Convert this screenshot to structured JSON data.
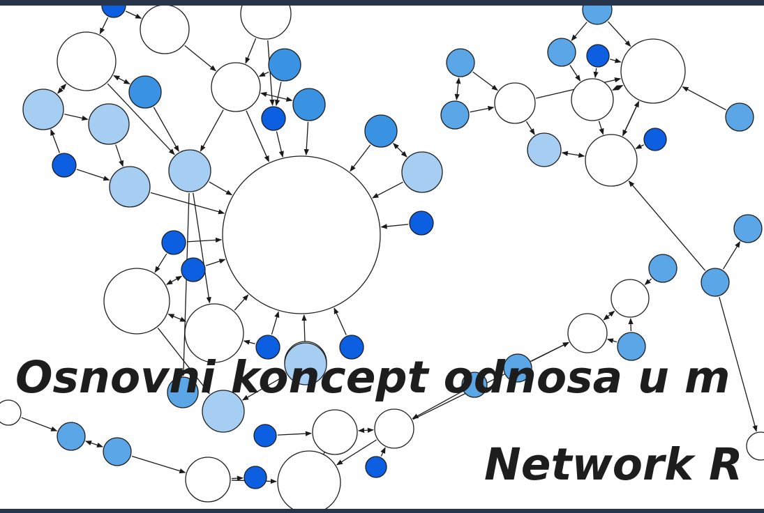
{
  "slide": {
    "title_line_1": "Osnovni koncept odnosa u m",
    "title_line_2": "Network R"
  },
  "colors": {
    "background": "#ffffff",
    "frame_bar": "#26354b",
    "node_white": "#ffffff",
    "node_light_blue": "#a6cdf2",
    "node_mid_blue": "#5ba6e6",
    "node_bright_blue": "#3a93e2",
    "node_dark_blue": "#0b5fe0",
    "edge": "#1a1a1a",
    "title_text": "#1d1d1d"
  },
  "graph": {
    "description_icon": "network-graph-illustration"
  }
}
